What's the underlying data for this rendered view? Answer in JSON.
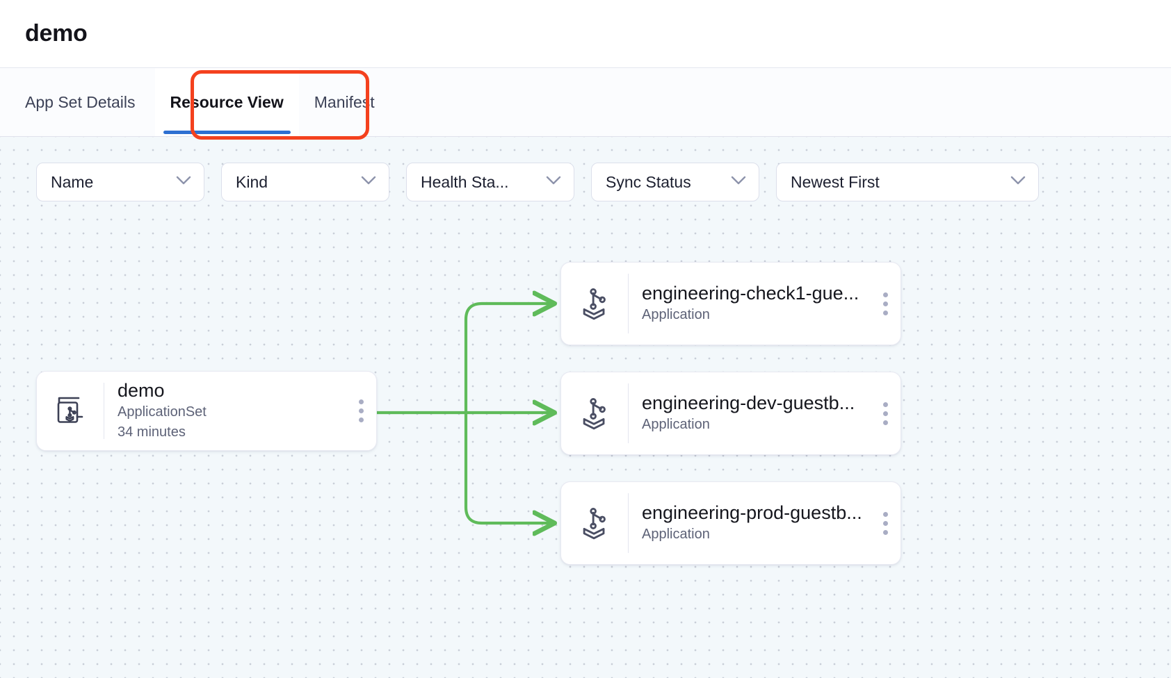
{
  "header": {
    "title": "demo"
  },
  "tabs": [
    {
      "label": "App Set Details",
      "active": false
    },
    {
      "label": "Resource View",
      "active": true
    },
    {
      "label": "Manifest",
      "active": false
    }
  ],
  "filters": [
    {
      "label": "Name",
      "icon": "chevron-down-icon"
    },
    {
      "label": "Kind",
      "icon": "chevron-down-icon"
    },
    {
      "label": "Health Sta...",
      "icon": "chevron-down-icon"
    },
    {
      "label": "Sync Status",
      "icon": "chevron-down-icon"
    },
    {
      "label": "Newest First",
      "icon": "chevron-down-icon"
    }
  ],
  "graph": {
    "root": {
      "name": "demo",
      "kind": "ApplicationSet",
      "age": "34 minutes",
      "icon": "applicationset-icon",
      "menu_icon": "kebab-menu-icon"
    },
    "children": [
      {
        "name": "engineering-check1-gue...",
        "kind": "Application",
        "icon": "application-icon",
        "menu_icon": "kebab-menu-icon"
      },
      {
        "name": "engineering-dev-guestb...",
        "kind": "Application",
        "icon": "application-icon",
        "menu_icon": "kebab-menu-icon"
      },
      {
        "name": "engineering-prod-guestb...",
        "kind": "Application",
        "icon": "application-icon",
        "menu_icon": "kebab-menu-icon"
      }
    ],
    "edge_color": "#5fbb5a"
  },
  "colors": {
    "accent_tab_underline": "#2d6fd1",
    "annotation_highlight": "#f4411e",
    "canvas_background": "#f3f8fb",
    "edge_green": "#5fbb5a",
    "text_primary": "#15161d",
    "text_secondary": "#5d6277"
  },
  "annotation": {
    "target": "Resource View"
  }
}
